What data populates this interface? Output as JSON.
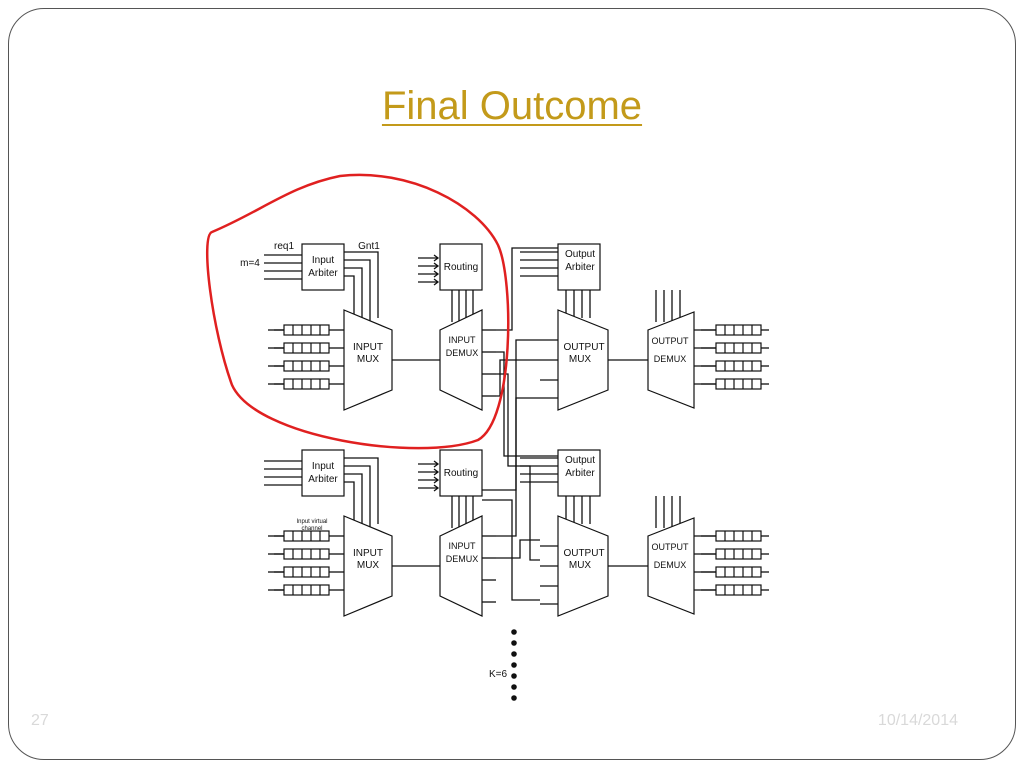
{
  "slide": {
    "title": "Final Outcome",
    "number": "27",
    "date": "10/14/2014"
  },
  "diagram": {
    "labels": {
      "m": "m=4",
      "req": "req1",
      "gnt": "Gnt1",
      "input_arbiter_1": "Input",
      "input_arbiter_2": "Arbiter",
      "output_arbiter_1": "Output",
      "output_arbiter_2": "Arbiter",
      "routing": "Routing",
      "input_mux_1": "INPUT",
      "input_mux_2": "MUX",
      "input_demux_1": "INPUT",
      "input_demux_2": "DEMUX",
      "output_mux_1": "OUTPUT",
      "output_mux_2": "MUX",
      "output_demux_1": "OUTPUT",
      "output_demux_2": "DEMUX",
      "k": "K=6",
      "vc_label_1": "Input virtual",
      "vc_label_2": "channel"
    },
    "highlight_color": "#e02020"
  }
}
